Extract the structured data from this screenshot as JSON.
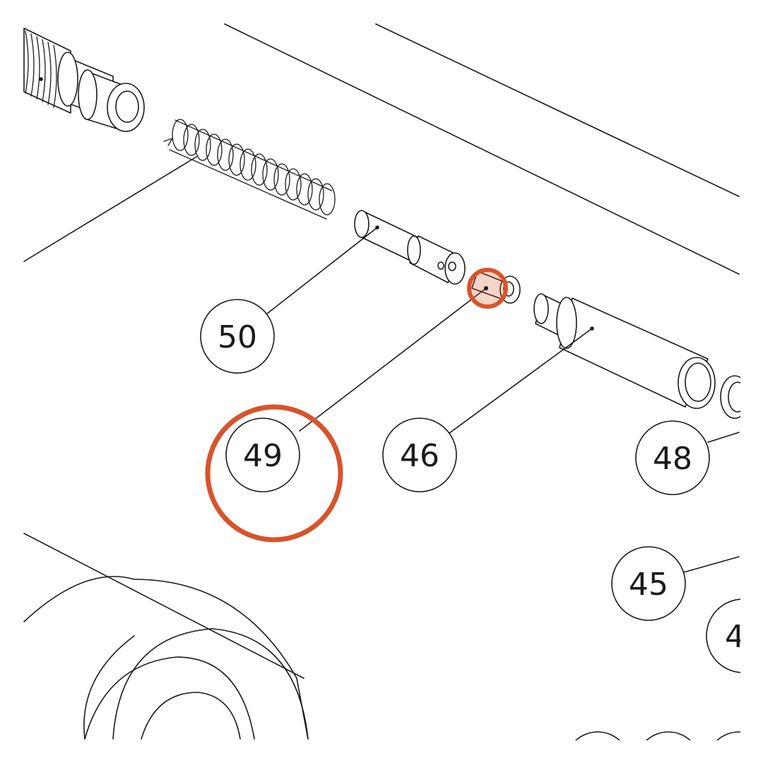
{
  "callouts": [
    {
      "id": "50",
      "label": "50"
    },
    {
      "id": "49",
      "label": "49"
    },
    {
      "id": "46",
      "label": "46"
    },
    {
      "id": "48",
      "label": "48"
    },
    {
      "id": "45",
      "label": "45"
    },
    {
      "id": "4x",
      "label": "4"
    }
  ],
  "highlight": {
    "target": "49",
    "color": "#d9532b"
  }
}
